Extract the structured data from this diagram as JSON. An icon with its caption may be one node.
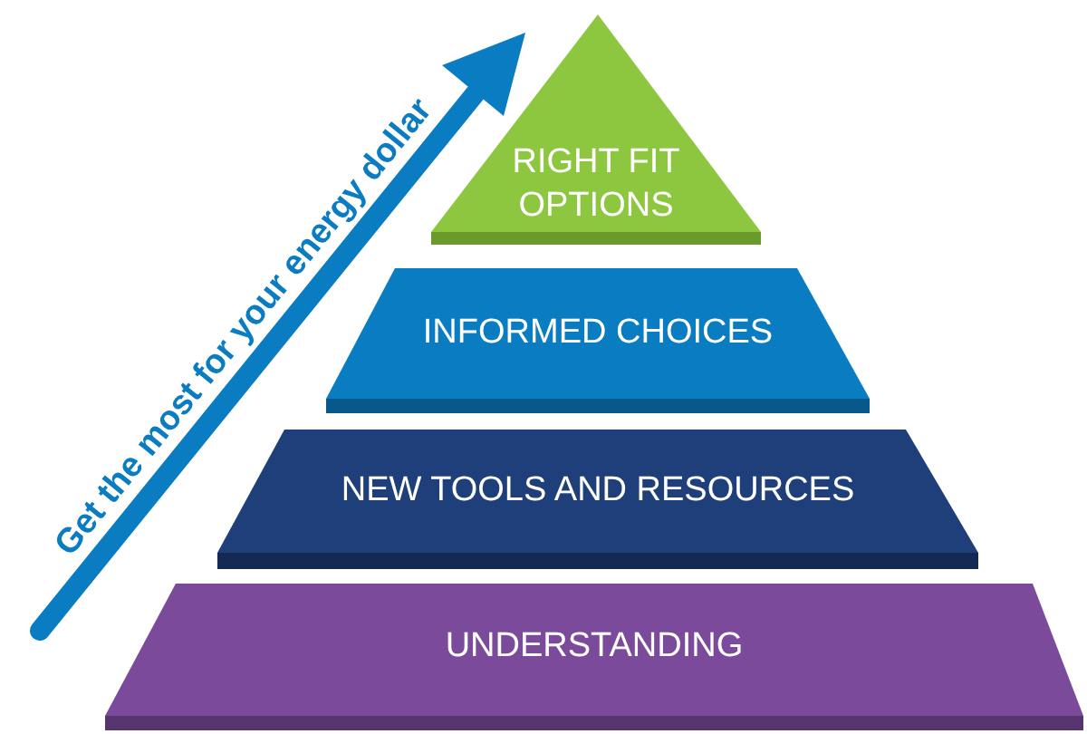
{
  "diagram": {
    "nodes": [
      {
        "text": [
          "RIGHT FIT OPTIONS"
        ]
      },
      {
        "text": [
          "INFORMED CHOICES"
        ]
      },
      {
        "text": [
          "NEW TOOLS AND RESOURCES"
        ]
      },
      {
        "text": [
          "UNDERSTANDING"
        ]
      }
    ],
    "labels": [
      "Get the most for your energy dollar"
    ]
  }
}
